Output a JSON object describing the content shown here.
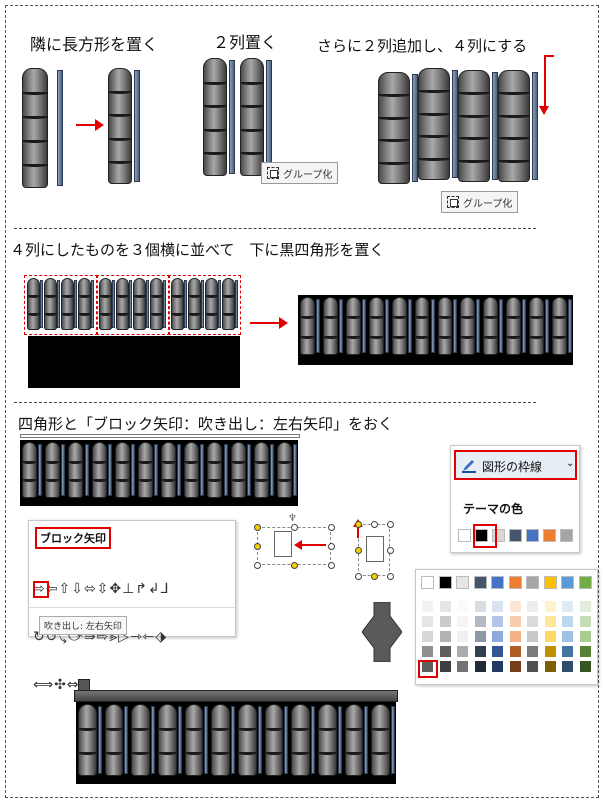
{
  "captions": {
    "c1": "隣に長方形を置く",
    "c2": "２列置く",
    "c3": "さらに２列追加し、４列にする",
    "c4": "４列にしたものを３個横に並べて　下に黒四角形を置く",
    "c5": "四角形と「ブロック矢印：吹き出し：左右矢印」をおく"
  },
  "group_button": {
    "label": "グループ化"
  },
  "shape_panel": {
    "title": "ブロック矢印",
    "tooltip": "吹き出し: 左右矢印",
    "rows": [
      "⇨⇦⇧⇩⬄⇳✥⊥↱↲⅃",
      "↻↺⤹⤻⇛⇨⪢▷⇾⇽⬗",
      "⟺✣⇔"
    ]
  },
  "outline_menu": {
    "label": "図形の枠線",
    "section": "テーマの色"
  },
  "colors": {
    "accent_red": "#e00000",
    "tile_gray": "#8c8c8c",
    "bar_blue": "#5a6d88",
    "top_row": [
      "#ffffff",
      "#000000",
      "#e7e6e6",
      "#44546a",
      "#4472c4",
      "#ed7d31",
      "#a5a5a5",
      "#ffc000",
      "#5b9bd5",
      "#70ad47"
    ],
    "theme_row": [
      "#ffffff",
      "#000000",
      "#d9d9d9",
      "#44546a",
      "#4472c4",
      "#ed7d31",
      "#a5a5a5"
    ]
  }
}
